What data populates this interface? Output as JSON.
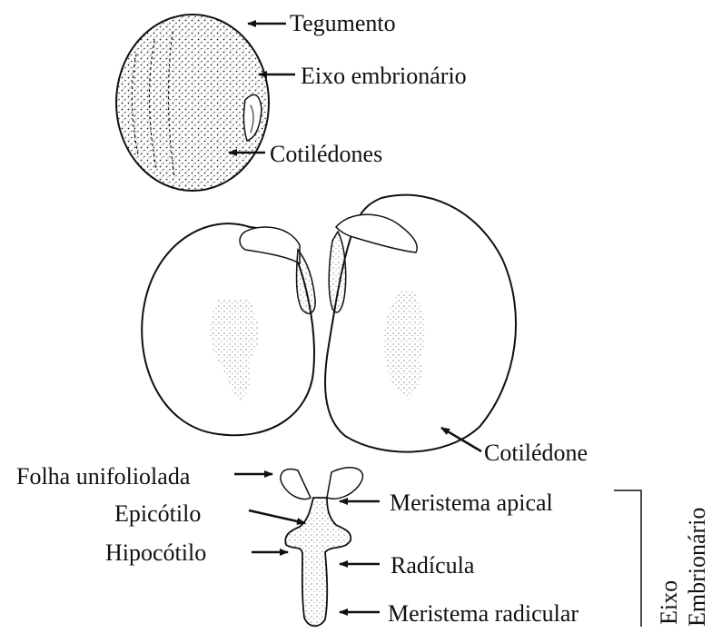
{
  "labels": {
    "tegumento": "Tegumento",
    "eixo_embrionario": "Eixo embrionário",
    "cotiledones": "Cotilédones",
    "cotiledone": "Cotilédone",
    "folha_unifoliolada": "Folha unifoliolada",
    "epicotilo": "Epicótilo",
    "hipocotilo": "Hipocótilo",
    "meristema_apical": "Meristema apical",
    "radicula": "Radícula",
    "meristema_radicular": "Meristema radicular",
    "bracket_line1": "Eixo",
    "bracket_line2": "Embrionário"
  },
  "colors": {
    "ink": "#111111",
    "background": "#ffffff"
  }
}
